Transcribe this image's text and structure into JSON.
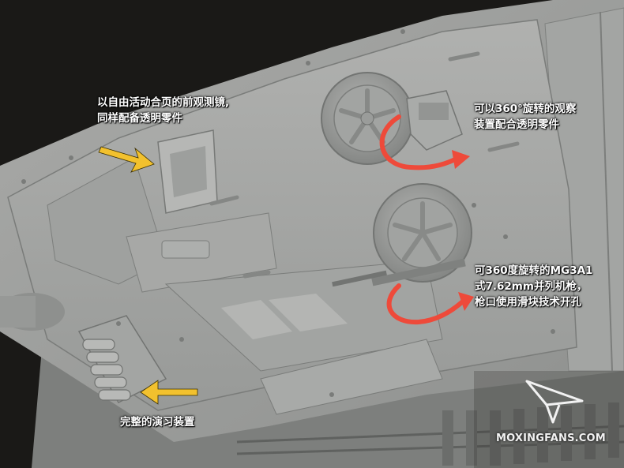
{
  "captions": {
    "periscope": {
      "line1": "以自由活动合页的前观测镜,",
      "line2": "同样配备透明零件"
    },
    "hatch": {
      "line1": "可以360°旋转的观察",
      "line2": "装置配合透明零件"
    },
    "mg": {
      "line1": "可360度旋转的MG3A1",
      "line2": "式7.62mm并列机枪，",
      "line3": "枪口使用滑块技术开孔"
    },
    "smoke": {
      "line1": "完整的演习装置"
    }
  },
  "watermark": "MOXINGFANS.COM",
  "colors": {
    "hull": "#9c9e9c",
    "arrow_yellow": "#f2c12e",
    "arrow_red": "#ee4a3a",
    "background": "#1e1d1b"
  }
}
